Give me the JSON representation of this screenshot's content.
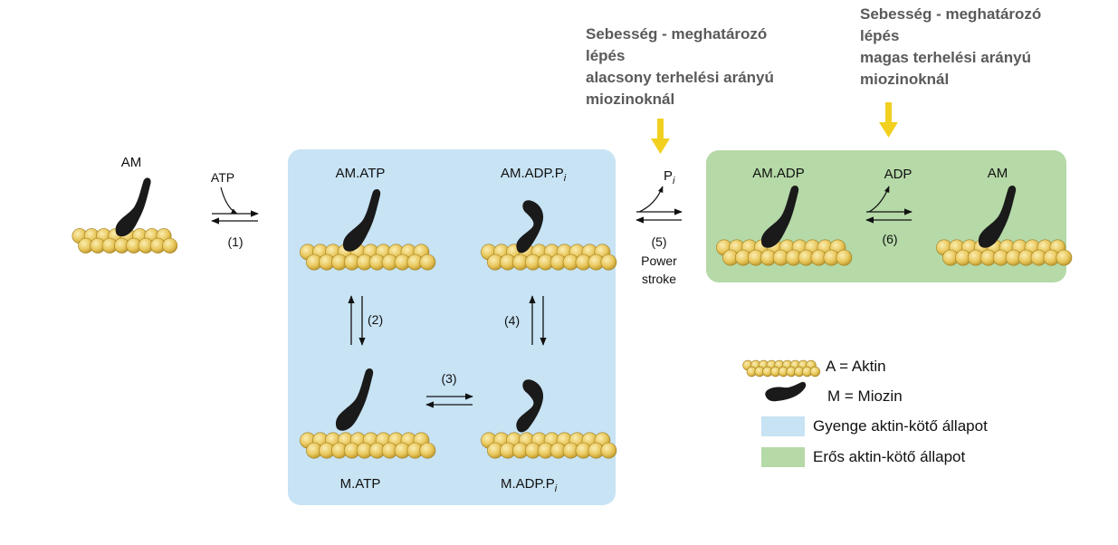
{
  "states": {
    "am_start": "AM",
    "am_atp": "AM.ATP",
    "am_adp_pi": "AM.ADP.P",
    "m_atp": "M.ATP",
    "m_adp_pi": "M.ADP.P",
    "am_adp": "AM.ADP",
    "am_end": "AM",
    "subscript_i": "i"
  },
  "steps": {
    "s1": "(1)",
    "s2": "(2)",
    "s3": "(3)",
    "s4": "(4)",
    "s5": "(5)",
    "s6": "(6)",
    "power": "Power",
    "stroke": "stroke"
  },
  "molecules": {
    "atp": "ATP",
    "pi": "P",
    "adp": "ADP"
  },
  "notes": {
    "low": [
      "Sebesség - meghatározó",
      "lépés",
      "alacsony terhelési arányú",
      "miozinoknál"
    ],
    "high": [
      "Sebesség - meghatározó",
      "lépés",
      "magas terhelési arányú",
      "miozinoknál"
    ]
  },
  "legend": {
    "actin": "A =  Aktin",
    "myosin": "M = Miozin",
    "weak": "Gyenge aktin-kötő állapot",
    "strong": "Erős aktin-kötő állapot"
  },
  "colors": {
    "weak_box": "#c7e3f4",
    "strong_box": "#b5d9a7",
    "actin_bead": "#eccb5e",
    "myosin": "#1a1a1a",
    "highlight_arrow": "#f2d020",
    "note_text": "#5a5a5a"
  }
}
